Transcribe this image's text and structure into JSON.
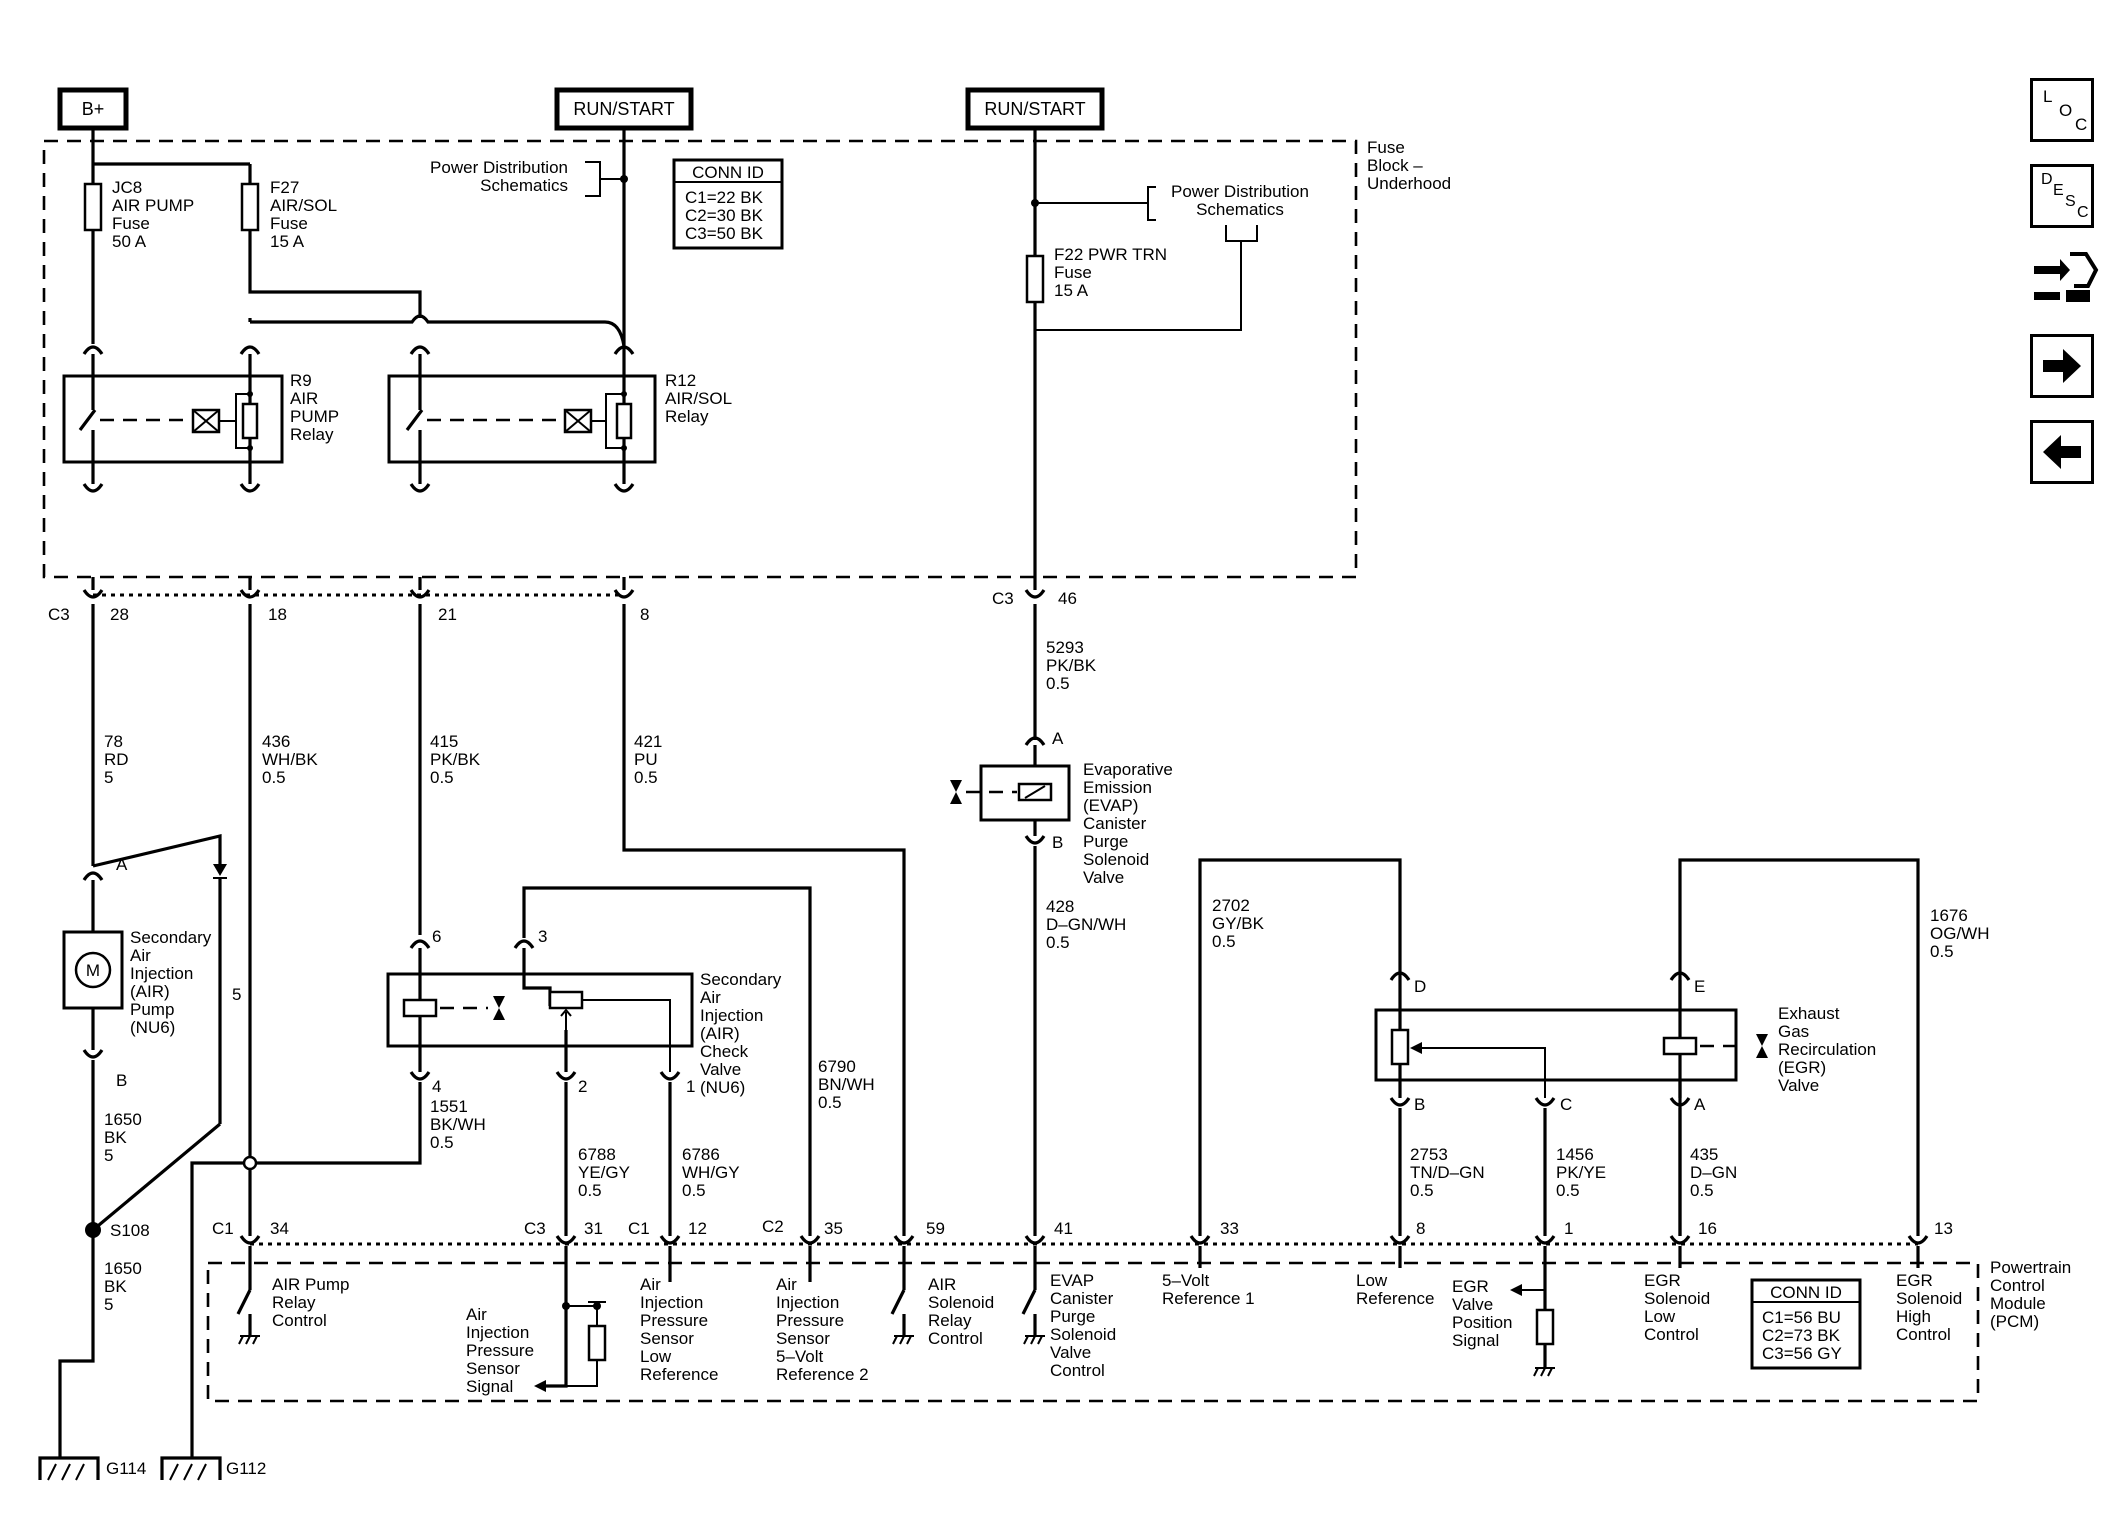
{
  "power_sources": {
    "bplus": "B+",
    "run_start_1": "RUN/START",
    "run_start_2": "RUN/START"
  },
  "fuse_block": {
    "label": [
      "Fuse",
      "Block –",
      "Underhood"
    ]
  },
  "power_distribution": {
    "lines": [
      "Power Distribution",
      "Schematics"
    ]
  },
  "conn_id_top": {
    "title": "CONN ID",
    "rows": [
      "C1=22 BK",
      "C2=30 BK",
      "C3=50 BK"
    ]
  },
  "conn_id_pcm": {
    "title": "CONN ID",
    "rows": [
      "C1=56 BU",
      "C2=73 BK",
      "C3=56 GY"
    ]
  },
  "fuses": {
    "jc8": [
      "JC8",
      "AIR PUMP",
      "Fuse",
      "50 A"
    ],
    "f27": [
      "F27",
      "AIR/SOL",
      "Fuse",
      "15 A"
    ],
    "f22": [
      "F22 PWR TRN",
      "Fuse",
      "15 A"
    ]
  },
  "relays": {
    "r9": [
      "R9",
      "AIR",
      "PUMP",
      "Relay"
    ],
    "r12": [
      "R12",
      "AIR/SOL",
      "Relay"
    ]
  },
  "connector_labels": {
    "c3": "C3",
    "c1": "C1",
    "c2": "C2",
    "c3_28": "28",
    "c3_18": "18",
    "c3_21": "21",
    "c3_8": "8",
    "c3_46": "46"
  },
  "wires": {
    "w78": [
      "78",
      "RD",
      "5"
    ],
    "w436": [
      "436",
      "WH/BK",
      "0.5"
    ],
    "w415": [
      "415",
      "PK/BK",
      "0.5"
    ],
    "w421": [
      "421",
      "PU",
      "0.5"
    ],
    "w5293": [
      "5293",
      "PK/BK",
      "0.5"
    ],
    "w428": [
      "428",
      "D–GN/WH",
      "0.5"
    ],
    "w2702": [
      "2702",
      "GY/BK",
      "0.5"
    ],
    "w1676": [
      "1676",
      "OG/WH",
      "0.5"
    ],
    "w1650a": [
      "1650",
      "BK",
      "5"
    ],
    "w1650b": [
      "1650",
      "BK",
      "5"
    ],
    "w1551": [
      "1551",
      "BK/WH",
      "0.5"
    ],
    "w6788": [
      "6788",
      "YE/GY",
      "0.5"
    ],
    "w6786": [
      "6786",
      "WH/GY",
      "0.5"
    ],
    "w6790": [
      "6790",
      "BN/WH",
      "0.5"
    ],
    "w2753": [
      "2753",
      "TN/D–GN",
      "0.5"
    ],
    "w1456": [
      "1456",
      "PK/YE",
      "0.5"
    ],
    "w435": [
      "435",
      "D–GN",
      "0.5"
    ],
    "w5": "5"
  },
  "components": {
    "air_pump": [
      "Secondary",
      "Air",
      "Injection",
      "(AIR)",
      "Pump",
      "(NU6)"
    ],
    "air_pump_pins": {
      "a": "A",
      "b": "B",
      "motor": "M"
    },
    "check_valve": [
      "Secondary",
      "Air",
      "Injection",
      "(AIR)",
      "Check",
      "Valve",
      "(NU6)"
    ],
    "check_valve_pins": {
      "p6": "6",
      "p3": "3",
      "p4": "4",
      "p2": "2",
      "p1": "1"
    },
    "evap": [
      "Evaporative",
      "Emission",
      "(EVAP)",
      "Canister",
      "Purge",
      "Solenoid",
      "Valve"
    ],
    "evap_pins": {
      "a": "A",
      "b": "B"
    },
    "egr": [
      "Exhaust",
      "Gas",
      "Recirculation",
      "(EGR)",
      "Valve"
    ],
    "egr_pins": {
      "d": "D",
      "e": "E",
      "b": "B",
      "c": "C",
      "a": "A"
    }
  },
  "splice": "S108",
  "grounds": {
    "g114": "G114",
    "g112": "G112"
  },
  "pcm_pins": {
    "p34": "34",
    "p31": "31",
    "p12": "12",
    "p35": "35",
    "p59": "59",
    "p41": "41",
    "p33": "33",
    "p8": "8",
    "p1": "1",
    "p16": "16",
    "p13": "13"
  },
  "pcm_functions": {
    "air_pump_relay": [
      "AIR Pump",
      "Relay",
      "Control"
    ],
    "air_inj_sensor_signal": [
      "Air",
      "Injection",
      "Pressure",
      "Sensor",
      "Signal"
    ],
    "air_inj_low_ref": [
      "Air",
      "Injection",
      "Pressure",
      "Sensor",
      "Low",
      "Reference"
    ],
    "air_inj_5v": [
      "Air",
      "Injection",
      "Pressure",
      "Sensor",
      "5–Volt",
      "Reference 2"
    ],
    "air_solenoid": [
      "AIR",
      "Solenoid",
      "Relay",
      "Control"
    ],
    "evap_control": [
      "EVAP",
      "Canister",
      "Purge",
      "Solenoid",
      "Valve",
      "Control"
    ],
    "five_volt": [
      "5–Volt",
      "Reference 1"
    ],
    "low_ref": [
      "Low",
      "Reference"
    ],
    "egr_position": [
      "EGR",
      "Valve",
      "Position",
      "Signal"
    ],
    "egr_low": [
      "EGR",
      "Solenoid",
      "Low",
      "Control"
    ],
    "egr_high": [
      "EGR",
      "Solenoid",
      "High",
      "Control"
    ]
  },
  "pcm_label": [
    "Powertrain",
    "Control",
    "Module",
    "(PCM)"
  ],
  "nav": {
    "loc": {
      "l": "L",
      "o": "O",
      "c": "C"
    },
    "desc": {
      "d": "D",
      "e": "E",
      "s": "S",
      "c": "C"
    }
  }
}
